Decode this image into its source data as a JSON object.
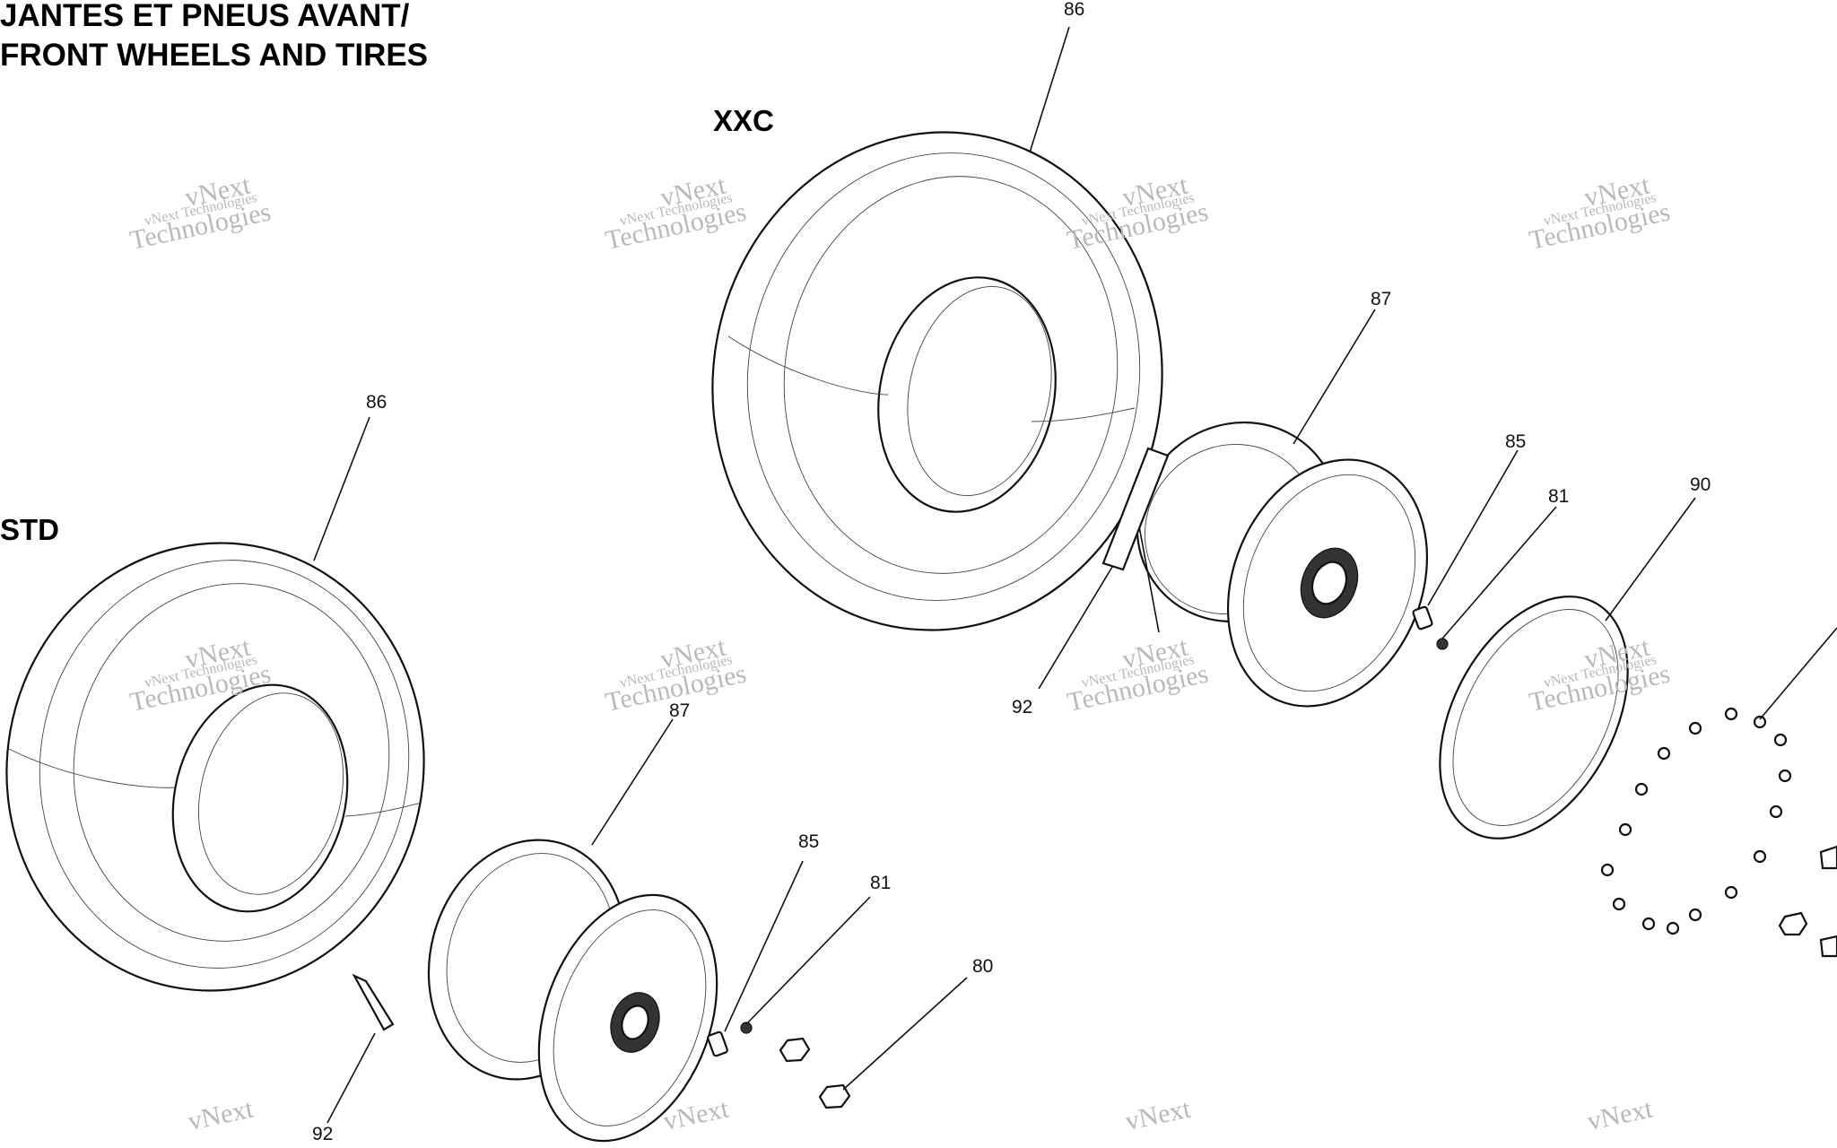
{
  "title": {
    "line1": "JANTES ET PNEUS AVANT/",
    "line2": "FRONT WHEELS AND TIRES"
  },
  "variants": {
    "xxc": "XXC",
    "std": "STD"
  },
  "callouts": {
    "xxc_tire": "86",
    "xxc_rim": "87",
    "xxc_valve": "85",
    "xxc_cap": "81",
    "xxc_ring": "90",
    "xxc_weight": "92",
    "std_tire": "86",
    "std_rim": "87",
    "std_valve": "85",
    "std_cap": "81",
    "std_nut": "80",
    "std_weight": "92"
  },
  "watermark": {
    "line1": "vNext",
    "line2": "vNext Technologies",
    "line3": "Technologies"
  }
}
